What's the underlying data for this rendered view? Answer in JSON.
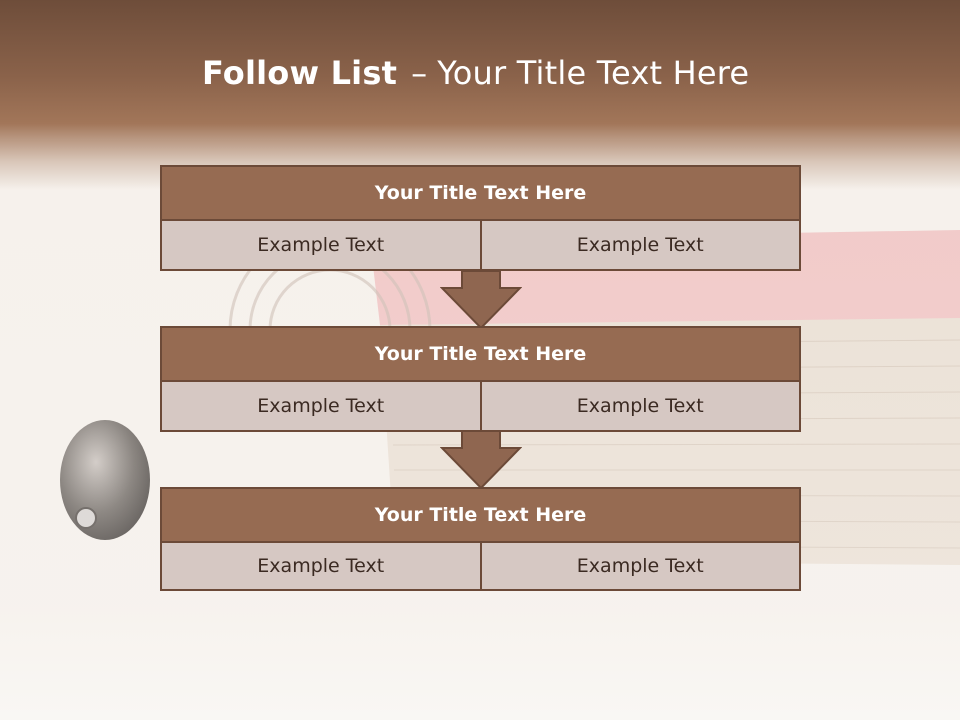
{
  "slide": {
    "title_bold": "Follow List",
    "title_dash": "–",
    "title_rest": "Your Title Text Here"
  },
  "blocks": [
    {
      "title": "Your Title Text Here",
      "left": "Example Text",
      "right": "Example Text"
    },
    {
      "title": "Your Title Text Here",
      "left": "Example Text",
      "right": "Example Text"
    },
    {
      "title": "Your Title Text Here",
      "left": "Example Text",
      "right": "Example Text"
    }
  ],
  "colors": {
    "header": "#8a624a",
    "box_title": "#966b52",
    "box_cell": "#d6c8c3",
    "border": "#6c4a38",
    "arrow": "#8f6650"
  },
  "icons": [
    "down-arrow-icon"
  ]
}
